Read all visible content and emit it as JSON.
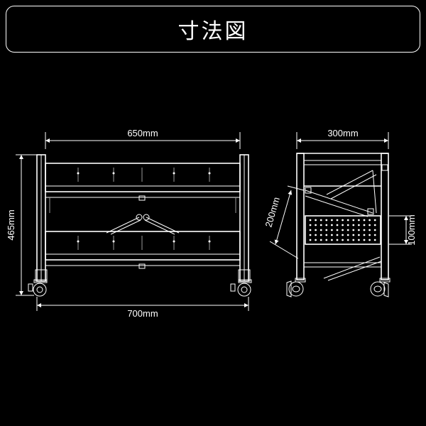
{
  "title": "寸法図",
  "dimensions": {
    "front_width_top": "650mm",
    "front_width_bottom": "700mm",
    "front_height": "465mm",
    "side_depth": "300mm",
    "side_diagonal": "200mm",
    "side_panel": "100mm"
  },
  "colors": {
    "background": "#000000",
    "line": "#ffffff",
    "text": "#ffffff"
  }
}
